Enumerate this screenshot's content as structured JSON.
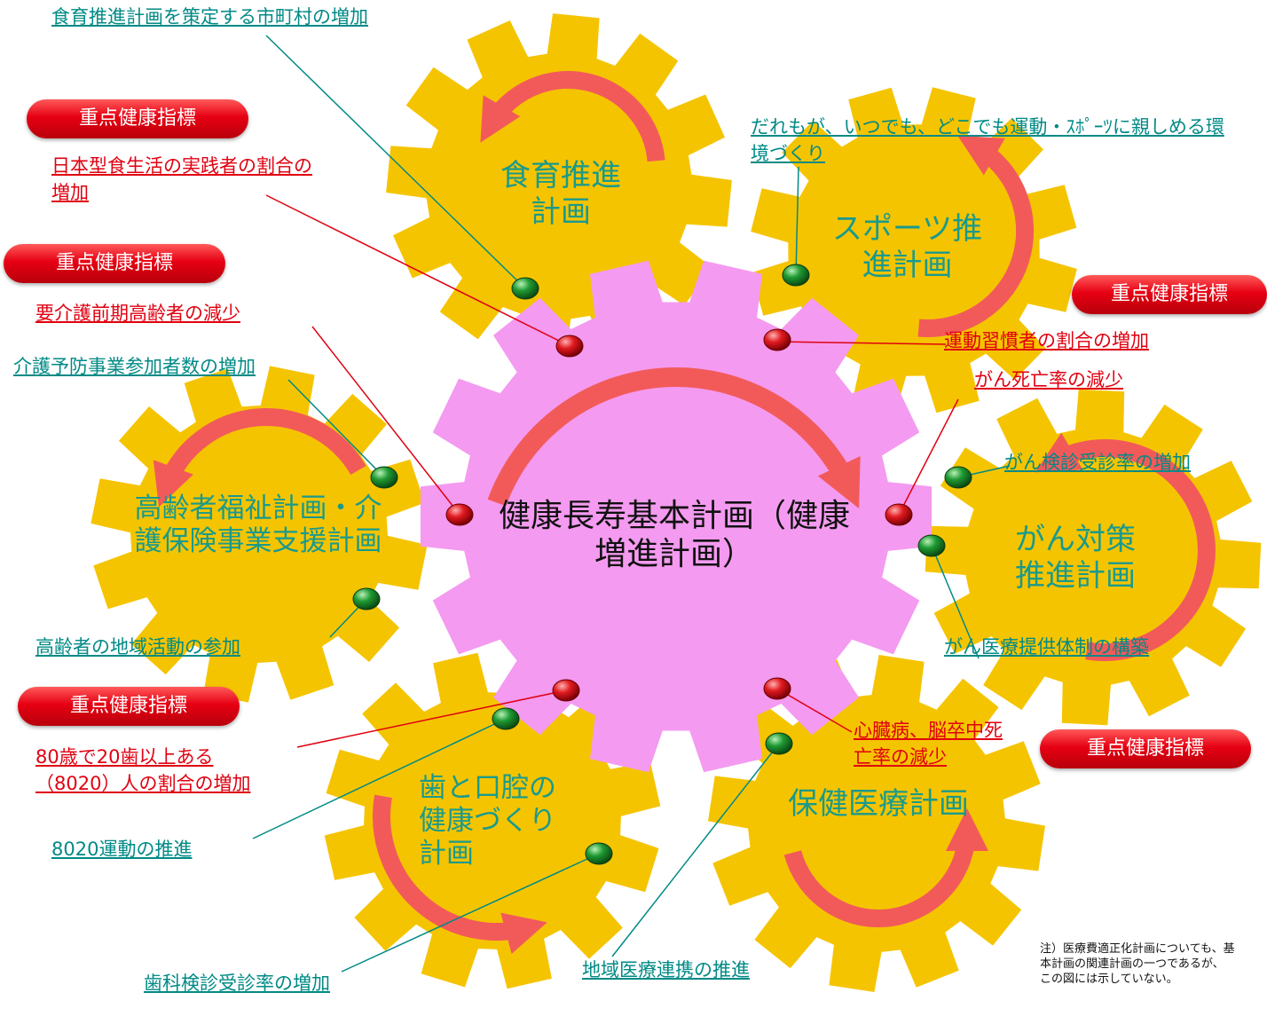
{
  "gears": {
    "center": "健康長寿基本計画（健康増進計画）",
    "shokuiku": "食育推進計画",
    "sports": "スポーツ推進計画",
    "elderly": "高齢者福祉計画・介護保険事業支援計画",
    "cancer": "がん対策推進計画",
    "dental": "歯と口腔の健康づくり計画",
    "medical": "保健医療計画"
  },
  "badges": {
    "b1": "重点健康指標",
    "b2": "重点健康指標",
    "b3": "重点健康指標",
    "b4": "重点健康指標",
    "b5": "重点健康指標"
  },
  "indicators": {
    "shokuiku_city": "食育推進計画を策定する市町村の増加",
    "japanese_diet": "日本型食生活の実践者の割合の増加",
    "pre_elderly_care": "要介護前期高齢者の減少",
    "care_prevention": "介護予防事業参加者数の増加",
    "elderly_activity": "高齢者の地域活動の参加",
    "teeth_8020": "80歳で20歯以上ある（8020）人の割合の増加",
    "movement_8020": "8020運動の推進",
    "dental_checkup": "歯科検診受診率の増加",
    "regional_medical": "地域医療連携の推進",
    "heart_stroke": "心臓病、脳卒中死亡率の減少",
    "cancer_screening": "がん検診受診率の増加",
    "cancer_care": "がん医療提供体制の構築",
    "cancer_death": "がん死亡率の減少",
    "exercise_habit": "運動習慣者の割合の増加",
    "sports_env": "だれもが、いつでも、どこでも運動・ｽﾎﾟｰﾂに親しめる環境づくり"
  },
  "note": "注）医療費適正化計画についても、基本計画の関連計画の一つであるが、この図には示していない。",
  "colors": {
    "gear_yellow": "#f5c400",
    "gear_pink": "#f49af0",
    "arrow_red": "#f25a5a",
    "badge_red": "#e60012",
    "link_red": "#e00010",
    "link_teal": "#008a86",
    "dot_red": "#d4101a",
    "dot_green": "#1f8a2c"
  }
}
